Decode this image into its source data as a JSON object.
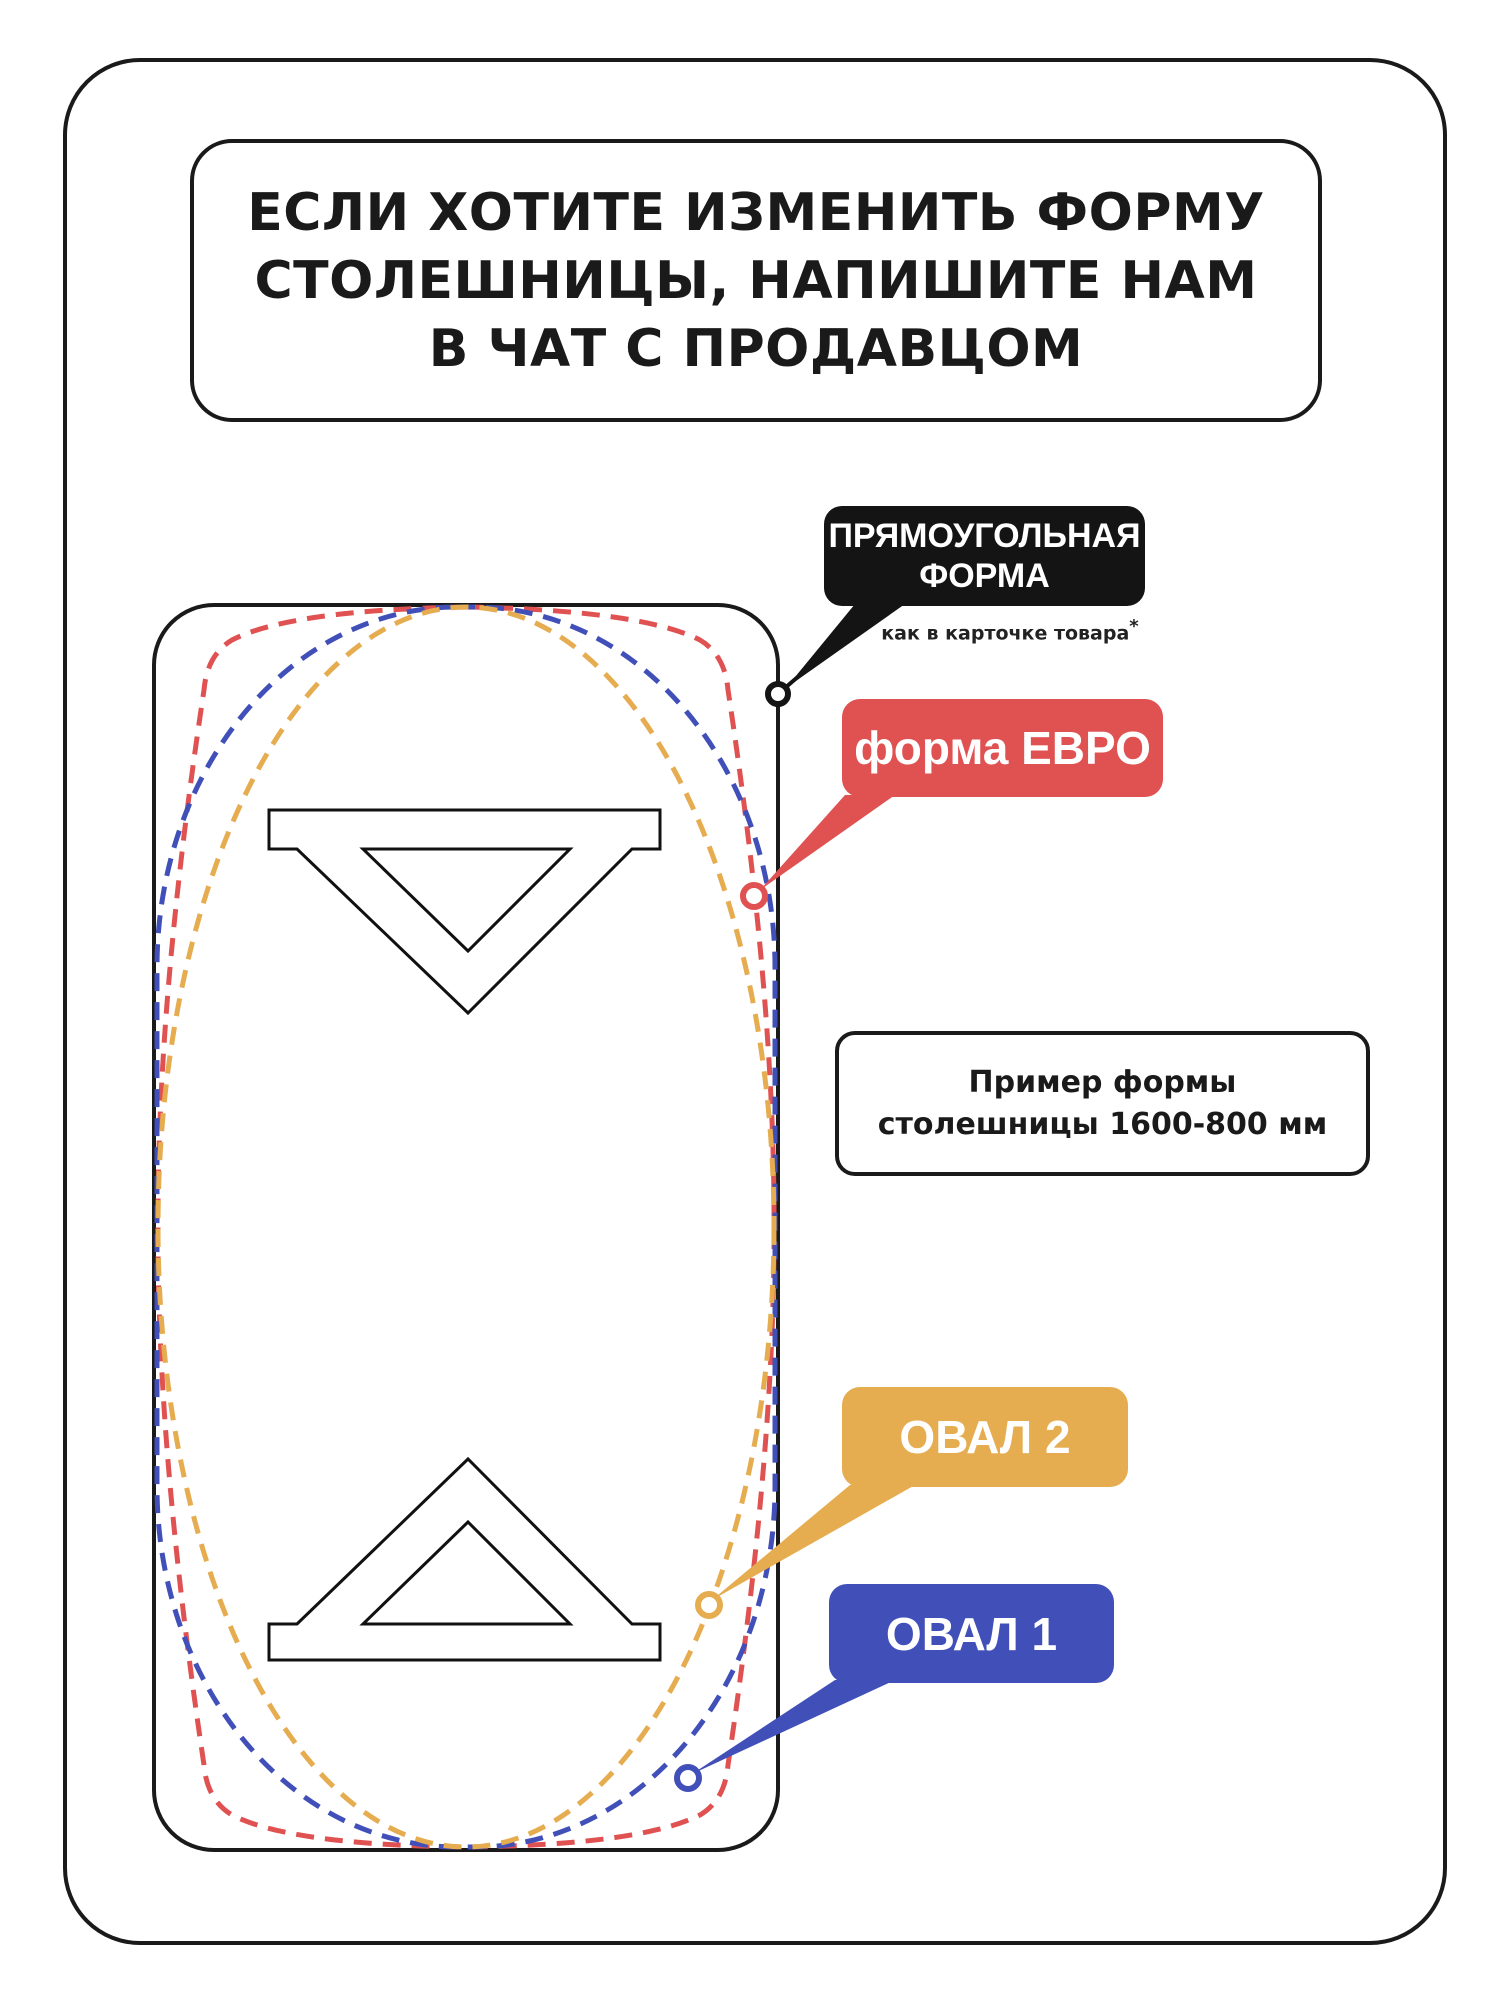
{
  "title": {
    "lines": [
      "ЕСЛИ ХОТИТЕ ИЗМЕНИТЬ ФОРМУ",
      "СТОЛЕШНИЦЫ, НАПИШИТЕ НАМ",
      "В ЧАТ С ПРОДАВЦОМ"
    ]
  },
  "labels": {
    "rectangular": {
      "lines": [
        "ПРЯМОУГОЛЬНАЯ",
        "ФОРМА"
      ],
      "note": "как в карточке товара",
      "note_mark": "*",
      "color": "#141414"
    },
    "euro": {
      "text": "форма ЕВРО",
      "color": "#e05252"
    },
    "oval2": {
      "text": "ОВАЛ 2",
      "color": "#e6ac50"
    },
    "oval1": {
      "text": "ОВАЛ 1",
      "color": "#4150b8"
    }
  },
  "info": {
    "lines": [
      "Пример формы",
      "столешницы 1600-800 мм"
    ]
  }
}
